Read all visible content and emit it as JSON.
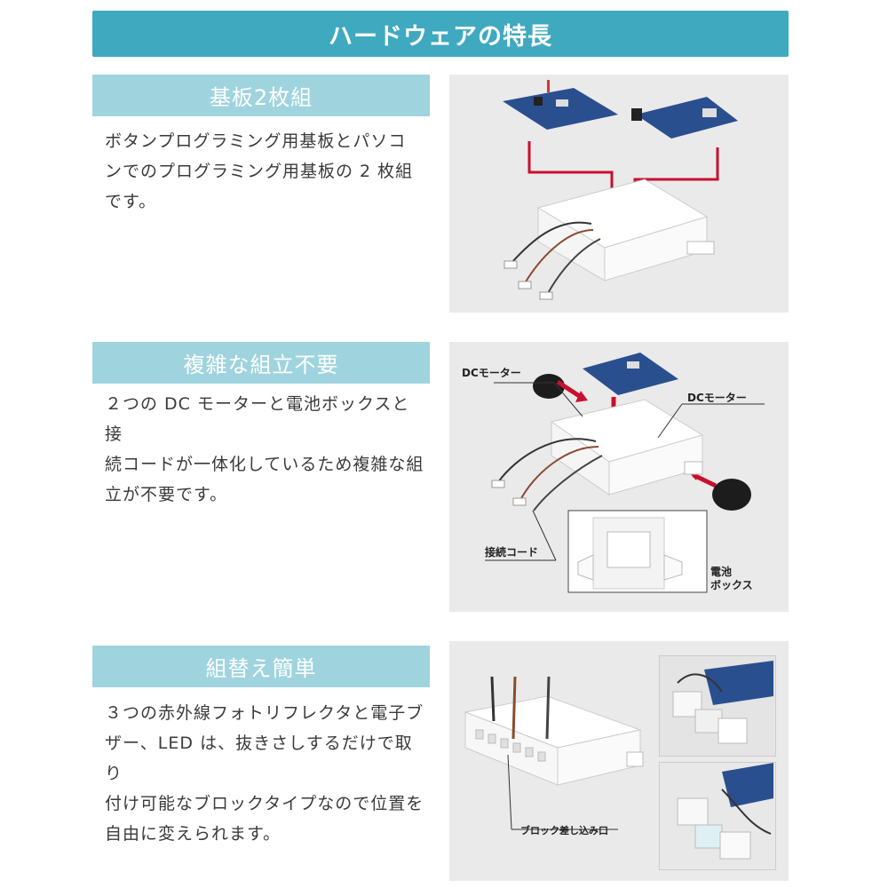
{
  "banner": {
    "title": "ハードウェアの特長"
  },
  "sections": [
    {
      "heading": "基板2枚組",
      "text": "ボタンプログラミング用基板とパソコ\nンでのプログラミング用基板の 2 枚組\nです。"
    },
    {
      "heading": "複雑な組立不要",
      "text": "２つの DC モーターと電池ボックスと接\n続コードが一体化しているため複雑な組\n立が不要です。",
      "labels": {
        "motor_left": "DCモーター",
        "motor_right": "DCモーター",
        "cord": "接続コード",
        "battery": "電池\nボックス"
      }
    },
    {
      "heading": "組替え簡単",
      "text": "３つの赤外線フォトリフレクタと電子ブ\nザー、LED は、抜きさしするだけで取り\n付け可能なブロックタイプなので位置を\n自由に変えられます。",
      "labels": {
        "block_port": "ブロック差し込み口"
      }
    }
  ],
  "colors": {
    "banner": "#3fa9c0",
    "heading": "#9fd4df",
    "panel": "#eaeaea",
    "arrow": "#c8102e",
    "board": "#2a4f8f"
  }
}
